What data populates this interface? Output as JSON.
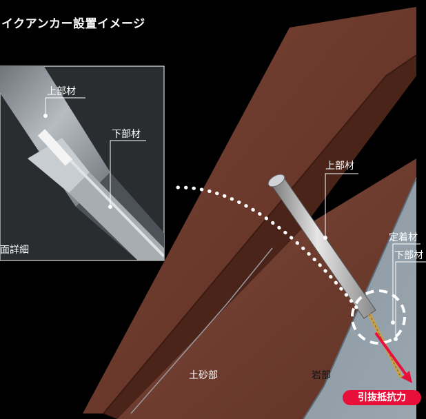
{
  "title": "イクアンカー設置イメージ",
  "detail_label": "面詳細",
  "labels": {
    "upper_material_inset": "上部材",
    "lower_material_inset": "下部材",
    "upper_material_main": "上部材",
    "anchor_material": "定着材",
    "lower_material_main": "下部材",
    "soil_section": "土砂部",
    "rock_section": "岩部"
  },
  "force_label": "引抜抵抗力",
  "colors": {
    "soil": "#6b3a2c",
    "rock": "#8d9aa4",
    "arrow": "#e8103a",
    "background": "#000000"
  }
}
